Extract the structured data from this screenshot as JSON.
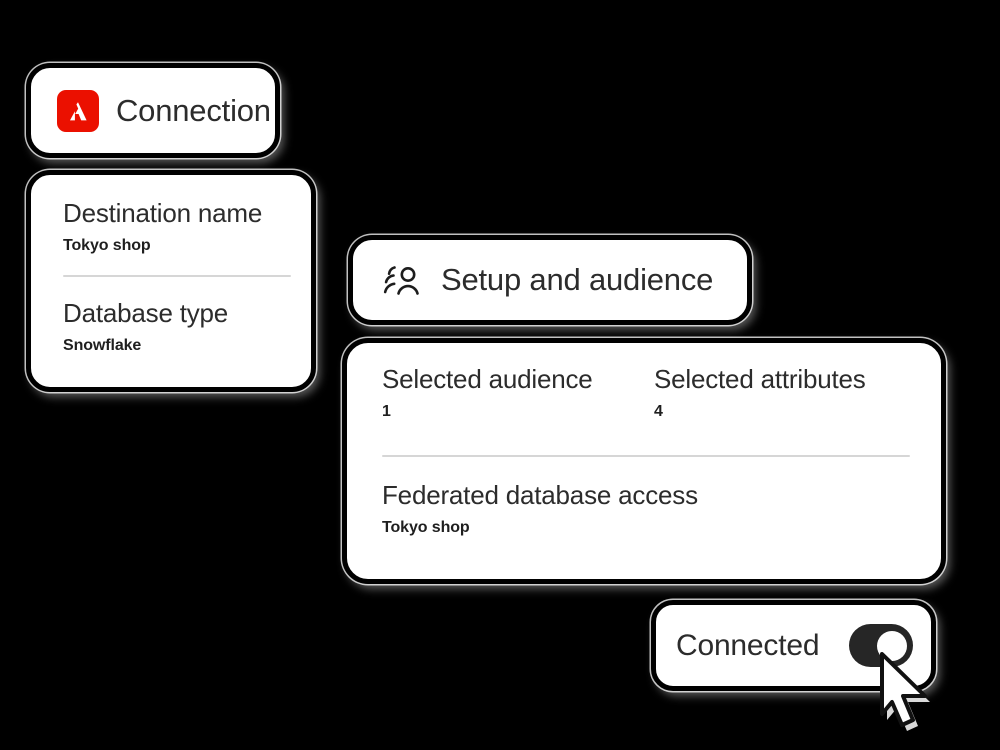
{
  "background_color": "#000000",
  "accent_color": "#eb1000",
  "connection_card": {
    "title": "Connection",
    "logo_icon": "adobe-logo-icon"
  },
  "destination_card": {
    "fields": [
      {
        "label": "Destination name",
        "value": "Tokyo shop"
      },
      {
        "label": "Database type",
        "value": "Snowflake"
      }
    ]
  },
  "setup_card": {
    "title": "Setup and audience",
    "icon": "audience-group-icon"
  },
  "summary_card": {
    "stats": [
      {
        "label": "Selected audience",
        "value": "1"
      },
      {
        "label": "Selected attributes",
        "value": "4"
      }
    ],
    "federated": {
      "label": "Federated database access",
      "value": "Tokyo shop"
    }
  },
  "connected_card": {
    "title": "Connected",
    "toggle": {
      "state": "on",
      "color": "#262626",
      "knob_color": "#ffffff"
    }
  },
  "cursor": {
    "icon": "mouse-pointer-icon"
  }
}
